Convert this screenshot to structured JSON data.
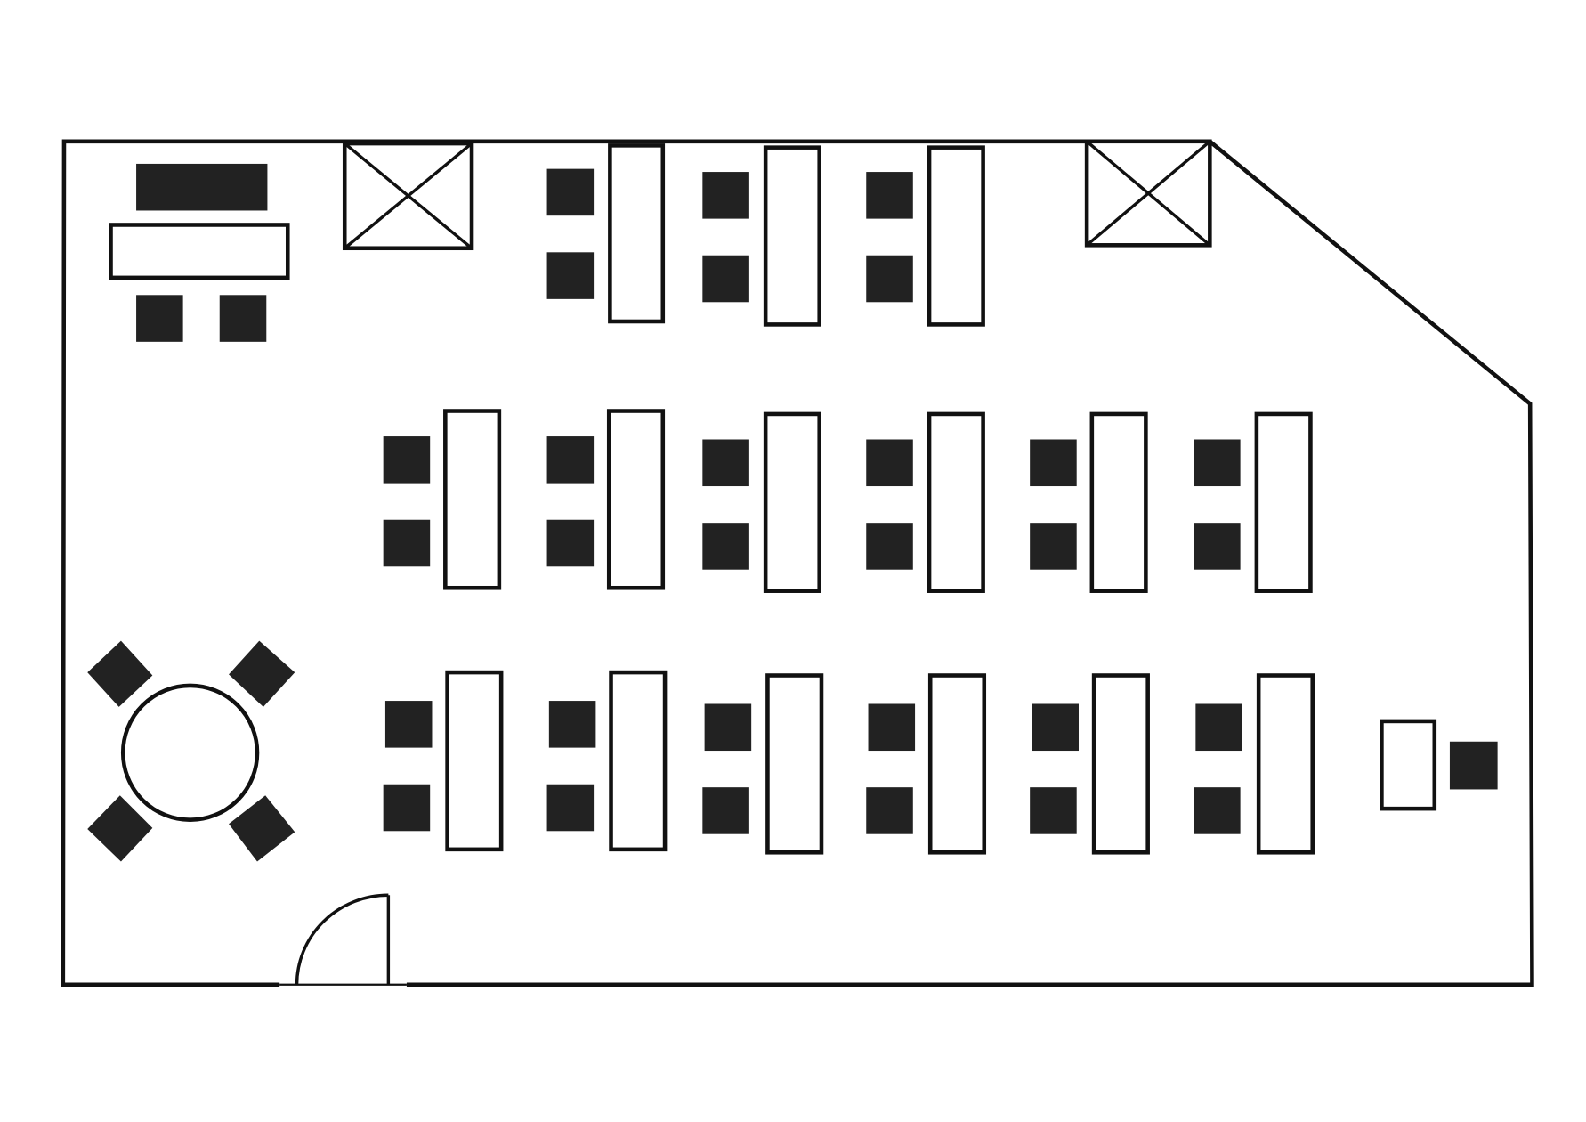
{
  "diagram": {
    "type": "floor-plan",
    "colors": {
      "wall": "#111111",
      "chair": "#222222",
      "desk_fill": "#ffffff",
      "background": "#ffffff"
    },
    "elements": {
      "windows_crossed": 2,
      "doors": 1,
      "round_tables": 1
    }
  }
}
